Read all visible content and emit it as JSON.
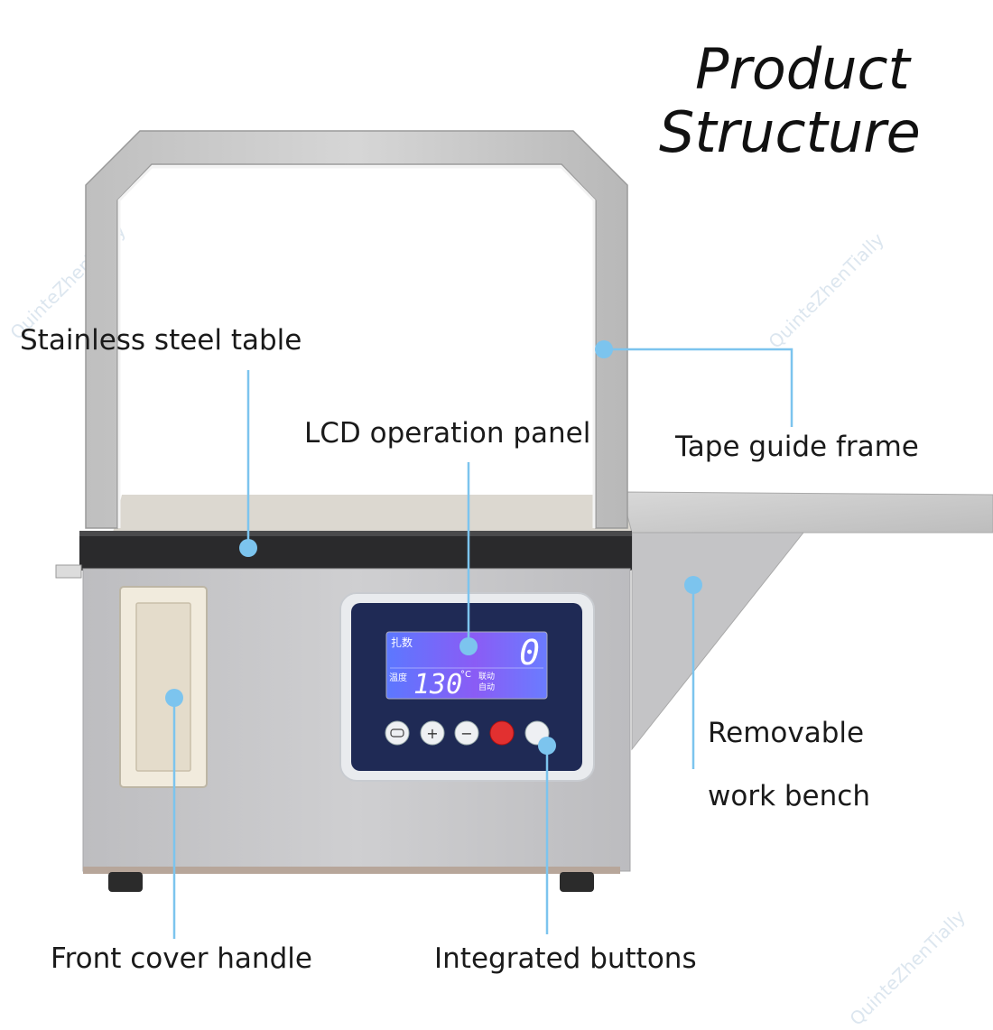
{
  "title": {
    "line1": "Product",
    "line2": "Structure"
  },
  "labels": {
    "stainless_steel_table": "Stainless steel table",
    "lcd_operation_panel": "LCD operation panel",
    "tape_guide_frame": "Tape guide frame",
    "removable_line1": "Removable",
    "removable_line2": "work bench",
    "front_cover_handle": "Front cover handle",
    "integrated_buttons": "Integrated buttons"
  },
  "lcd": {
    "top_left": "扎数",
    "count": "0",
    "temp_label": "温度",
    "temperature": "130",
    "unit": "°C",
    "mode_top": "联动",
    "mode_bottom": "自动"
  },
  "buttons": {
    "plus": "+",
    "minus": "−"
  },
  "watermark": "QuinteZhenTially",
  "colors": {
    "leader": "#7cc4ee",
    "dot": "#7cc4ee",
    "body": "#c9c9cb",
    "panel": "#1f2a55"
  }
}
